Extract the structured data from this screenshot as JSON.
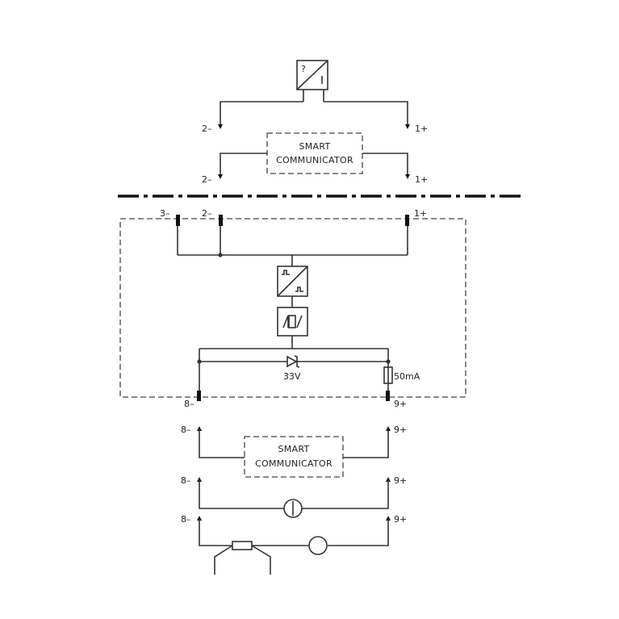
{
  "terminals": {
    "top_left_a": "2–",
    "top_right_a": "1+",
    "top_left_b": "2–",
    "top_right_b": "1+",
    "dev_t3": "3–",
    "dev_t2": "2–",
    "dev_t1": "1+",
    "dev_t8": "8–",
    "dev_t9": "9+",
    "sc2_left": "8–",
    "sc2_right": "9+",
    "meter_left": "8–",
    "meter_right": "9+",
    "bottom_left": "8–",
    "bottom_right": "9+"
  },
  "boxes": {
    "smart_comm_top": {
      "line1": "SMART",
      "line2": "COMMUNICATOR"
    },
    "smart_comm_bottom": {
      "line1": "SMART",
      "line2": "COMMUNICATOR"
    }
  },
  "components": {
    "top_device_symbol": "?",
    "zener_label": "33V",
    "fuse_label": "50mA"
  }
}
